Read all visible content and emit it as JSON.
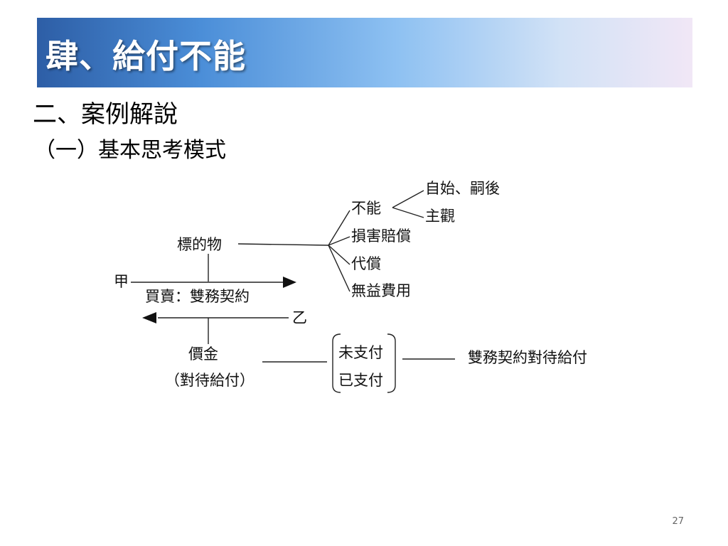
{
  "slide": {
    "title": "肆、給付不能",
    "heading1": "二、案例解說",
    "heading2": "（一）基本思考模式",
    "page_number": "27"
  },
  "diagram": {
    "subject": "標的物",
    "party_a": "甲",
    "party_b": "乙",
    "contract": "買賣：雙務契約",
    "branches": [
      "不能",
      "損害賠償",
      "代償",
      "無益費用"
    ],
    "impossibility_types": [
      "自始、嗣後",
      "主觀"
    ],
    "price": "價金",
    "price_note": "（對待給付）",
    "payment_status": [
      "未支付",
      "已支付"
    ],
    "conclusion": "雙務契約對待給付"
  }
}
